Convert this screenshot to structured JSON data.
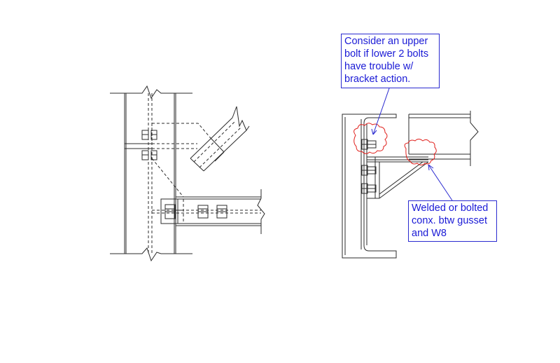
{
  "annotations": {
    "upper_bolt_note": {
      "lines": [
        "Consider an upper",
        "bolt if lower 2 bolts",
        "have trouble w/",
        "bracket action."
      ]
    },
    "gusset_note": {
      "lines": [
        "Welded or bolted",
        "conx. btw gusset",
        "and W8"
      ]
    }
  },
  "colors": {
    "drawing_line": "#2b2b2b",
    "note_text": "#1a1ad6",
    "note_border": "#2a2ad0",
    "cloud_markup": "#e0201c"
  }
}
